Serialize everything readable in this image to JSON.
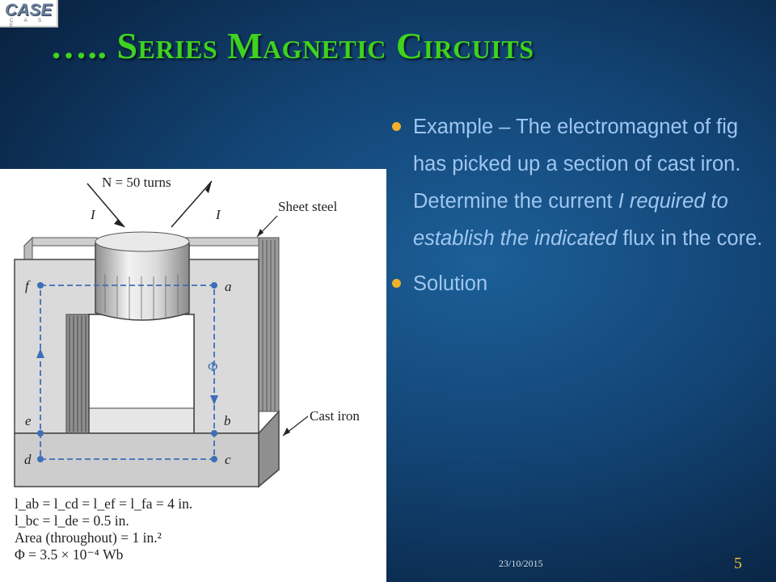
{
  "logo": {
    "text": "CASE",
    "sub": "C A S E"
  },
  "title": "….. Series Magnetic Circuits",
  "bullets": {
    "b1_part1": "Example – The electromagnet of fig has picked up a section of cast iron. Determine the current ",
    "b1_italic": "I required to establish the indicated",
    "b1_part2": " flux in the core.",
    "b2": "Solution"
  },
  "figure": {
    "turns_label": "N = 50 turns",
    "current_symbol": "I",
    "sheet_steel_label": "Sheet steel",
    "cast_iron_label": "Cast iron",
    "flux_symbol": "Φ",
    "points": [
      "a",
      "b",
      "c",
      "d",
      "e",
      "f"
    ],
    "formulas": {
      "line1": "l_ab = l_cd = l_ef = l_fa = 4 in.",
      "line2": "l_bc = l_de = 0.5 in.",
      "line3": "Area (throughout) = 1 in.²",
      "line4": "Φ = 3.5 × 10⁻⁴ Wb"
    }
  },
  "footer": {
    "date": "23/10/2015",
    "page_number": "5"
  },
  "colors": {
    "title": "#3fd21e",
    "bullet_text": "#9fc6f0",
    "bullet_dot": "#f0b028",
    "page_number": "#f2c23a"
  }
}
